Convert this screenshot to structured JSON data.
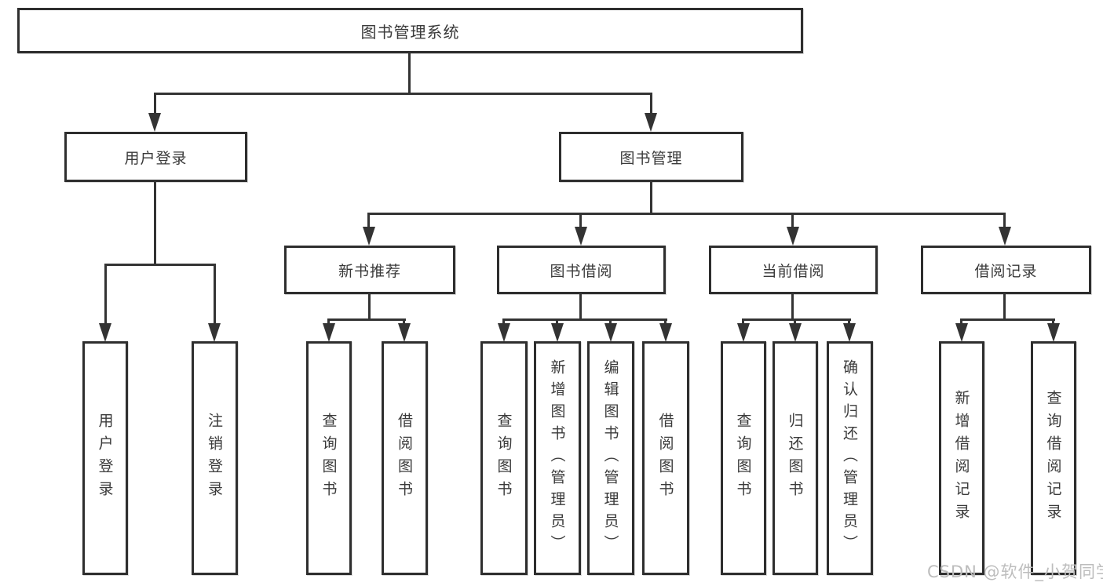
{
  "diagram": {
    "tree": {
      "label": "图书管理系统",
      "children": [
        {
          "label": "用户登录",
          "children": [
            {
              "label": "用户登录"
            },
            {
              "label": "注销登录"
            }
          ]
        },
        {
          "label": "图书管理",
          "children": [
            {
              "label": "新书推荐",
              "children": [
                {
                  "label": "查询图书"
                },
                {
                  "label": "借阅图书"
                }
              ]
            },
            {
              "label": "图书借阅",
              "children": [
                {
                  "label": "查询图书"
                },
                {
                  "label": "新增图书（管理员）"
                },
                {
                  "label": "编辑图书（管理员）"
                },
                {
                  "label": "借阅图书"
                }
              ]
            },
            {
              "label": "当前借阅",
              "children": [
                {
                  "label": "查询图书"
                },
                {
                  "label": "归还图书"
                },
                {
                  "label": "确认归还（管理员）"
                }
              ]
            },
            {
              "label": "借阅记录",
              "children": [
                {
                  "label": "新增借阅记录"
                },
                {
                  "label": "查询借阅记录"
                }
              ]
            }
          ]
        }
      ]
    },
    "watermark": {
      "text": "CSDN @软件_小贺同学"
    },
    "colors": {
      "line": "#333333",
      "background": "#ffffff",
      "text": "#3a3a3a",
      "watermark": "#bdbdbd"
    }
  }
}
